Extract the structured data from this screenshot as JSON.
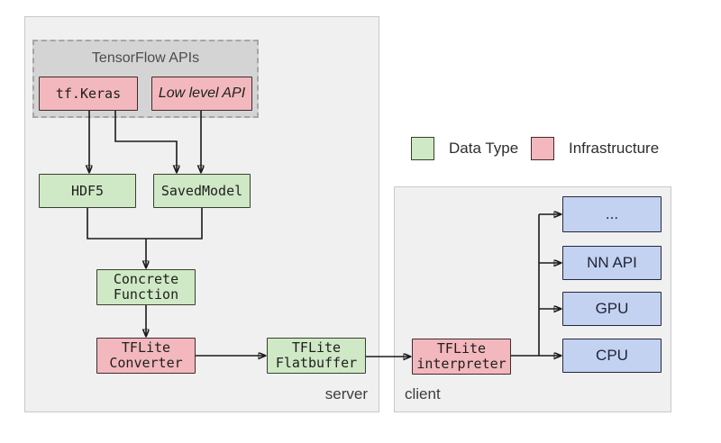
{
  "colors": {
    "page_bg": "#ffffff",
    "group_bg": "#f1f0f1",
    "group_border": "#c9c9c9",
    "apis_bg": "#d4d4d4",
    "apis_border": "#a6a6a6",
    "pink_fill": "#f2b8bd",
    "pink_border": "#402b2e",
    "green_fill": "#cfe8c5",
    "green_border": "#37402f",
    "blue_fill": "#c4d2f1",
    "blue_border": "#23283b",
    "arrow": "#1a1a1a",
    "label_text": "#3d3d3d",
    "box_text": "#1f1f1f"
  },
  "groups": {
    "server": {
      "label": "server"
    },
    "client": {
      "label": "client"
    },
    "tensorflow_apis": {
      "title": "TensorFlow APIs"
    }
  },
  "nodes": {
    "tf_keras": {
      "label": "tf.Keras",
      "type": "infrastructure"
    },
    "low_level_api": {
      "label": "Low level API",
      "type": "infrastructure"
    },
    "hdf5": {
      "label": "HDF5",
      "type": "data-type"
    },
    "savedmodel": {
      "label": "SavedModel",
      "type": "data-type"
    },
    "concrete_function": {
      "label": "Concrete\nFunction",
      "type": "data-type"
    },
    "tflite_converter": {
      "label": "TFLite\nConverter",
      "type": "infrastructure"
    },
    "tflite_flatbuffer": {
      "label": "TFLite\nFlatbuffer",
      "type": "data-type"
    },
    "tflite_interpreter": {
      "label": "TFLite\ninterpreter",
      "type": "infrastructure"
    },
    "ellipsis": {
      "label": "...",
      "type": "delegate"
    },
    "nn_api": {
      "label": "NN API",
      "type": "delegate"
    },
    "gpu": {
      "label": "GPU",
      "type": "delegate"
    },
    "cpu": {
      "label": "CPU",
      "type": "delegate"
    }
  },
  "legend": {
    "data_type": "Data Type",
    "infrastructure": "Infrastructure"
  }
}
